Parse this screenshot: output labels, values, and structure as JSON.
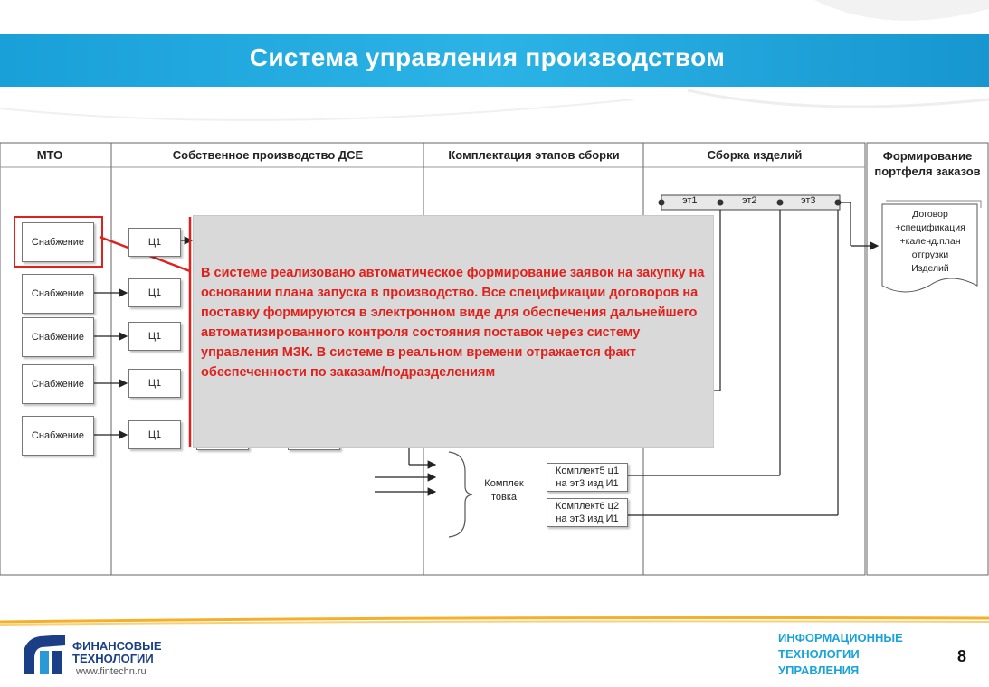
{
  "title": "Система управления производством",
  "lanes": {
    "mto": "МТО",
    "dse": "Собственное производство ДСЕ",
    "assembly_kit": "Комплектация этапов сборки",
    "assembly": "Сборка изделий",
    "portfolio": "Формирование портфеля заказов"
  },
  "supply_boxes": [
    "Снабжение",
    "Снабжение",
    "Снабжение",
    "Снабжение",
    "Снабжение"
  ],
  "c1_boxes": [
    "Ц1",
    "Ц1",
    "Ц1",
    "Ц1",
    "Ц1"
  ],
  "stages": [
    "эт1",
    "эт2",
    "эт3"
  ],
  "document_lines": [
    "Договор",
    "+спецификация",
    "+календ.план",
    "отгрузки",
    "Изделий"
  ],
  "kit_box_1": [
    "Комплект5 ц1",
    "на эт3 изд И1"
  ],
  "kit_box_2": [
    "Комплект6 ц2",
    "на эт3 изд И1"
  ],
  "kit_label": [
    "Комплек",
    "товка"
  ],
  "callout_text": "В системе реализовано автоматическое формирование заявок на закупку на основании плана запуска в производство. Все спецификации договоров на поставку формируются в электронном виде для обеспечения дальнейшего автоматизированного контроля состояния поставок через систему управления МЗК. В системе в реальном времени отражается факт обеспеченности по заказам/подразделениям",
  "footer": {
    "logo_line1": "ФИНАНСОВЫЕ",
    "logo_line2": "ТЕХНОЛОГИИ",
    "logo_url": "www.fintechn.ru",
    "right_line1": "ИНФОРМАЦИОННЫЕ",
    "right_line2": "ТЕХНОЛОГИИ",
    "right_line3": "УПРАВЛЕНИЯ",
    "page_number": "8"
  },
  "colors": {
    "title_bar": "#1aa0d8",
    "callout_text": "#e0201b",
    "highlight": "#e0201b",
    "footer_text": "#1aa3d9",
    "logo": "#1b3f86"
  }
}
